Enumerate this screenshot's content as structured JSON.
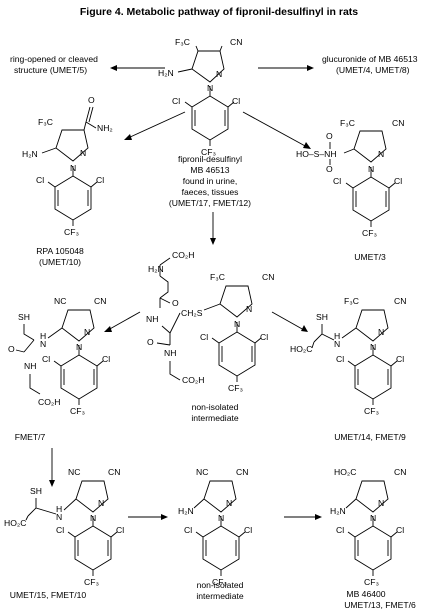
{
  "title": "Figure 4.  Metabolic pathway of fipronil-desulfinyl in rats",
  "atoms": {
    "f3c": "F₃C",
    "cn": "CN",
    "nc": "NC",
    "h2n": "H₂N",
    "n": "N",
    "cl": "Cl",
    "cf3": "CF₃",
    "nh2": "NH₂",
    "o": "O",
    "sh": "SH",
    "s": "S",
    "nh": "NH",
    "h": "H",
    "co2h": "CO₂H",
    "ho2c": "HO₂C",
    "ho": "HO",
    "hoso2nh": "HO–S–NH",
    "ho_s_o": "HO",
    "o_top": "O",
    "o_bot": "O",
    "s_hn": "S",
    "nh_sulf": "N",
    "h_sulf": "H",
    "h2n_ch_co2h": "H₂N",
    "co2h_top": "CO₂H",
    "nh_amide": "NH",
    "nh_gly": "NH",
    "ch2s": "CH₂S",
    "ho2c_mb": "HO₂C"
  },
  "labels": {
    "ring_opened_1": "ring-opened or cleaved",
    "ring_opened_2": "structure (UMET/5)",
    "glucuronide_1": "glucuronide of MB 46513",
    "glucuronide_2": "(UMET/4, UMET/8)",
    "parent_1": "fipronil-desulfinyl",
    "parent_2": "MB 46513",
    "parent_3": "found in urine,",
    "parent_4": "faeces, tissues",
    "parent_5": "(UMET/17, FMET/12)",
    "rpa_1": "RPA 105048",
    "rpa_2": "(UMET/10)",
    "umet3": "UMET/3",
    "fmet7": "FMET/7",
    "nonisolated_1a": "non-isolated",
    "nonisolated_1b": "intermediate",
    "umet14": "UMET/14, FMET/9",
    "umet15": "UMET/15, FMET/10",
    "nonisolated_2a": "non-isolated",
    "nonisolated_2b": "intermediate",
    "mb46400_1": "MB 46400",
    "mb46400_2": "UMET/13, FMET/6"
  }
}
